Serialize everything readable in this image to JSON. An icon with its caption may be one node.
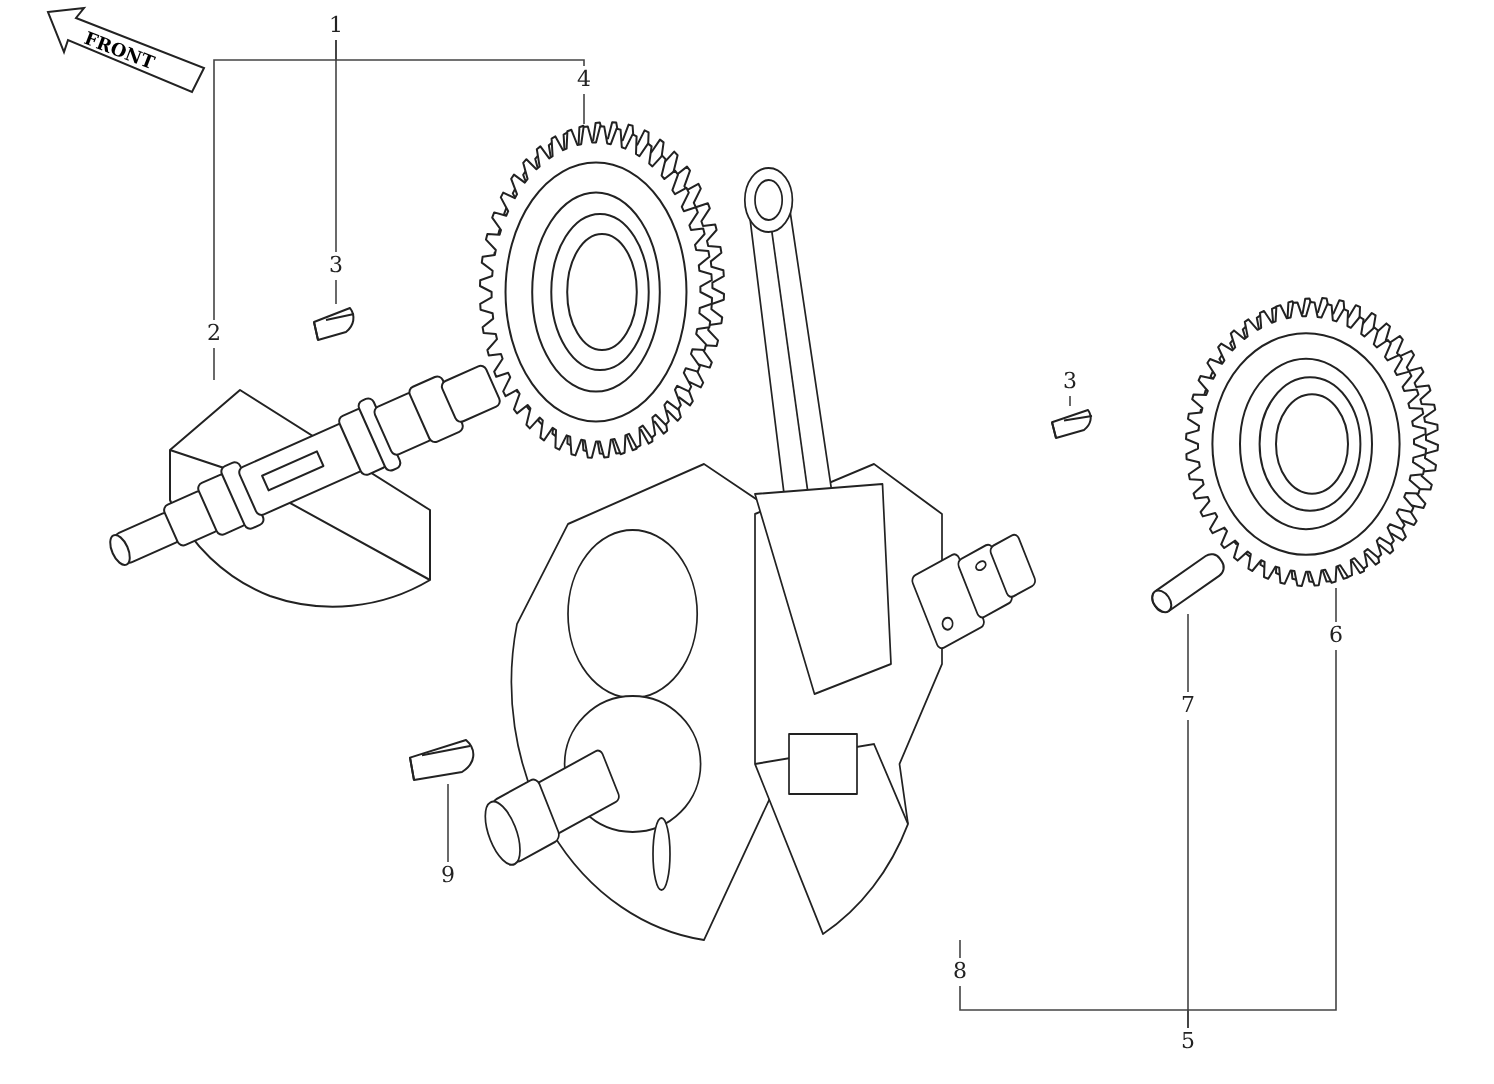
{
  "diagram": {
    "nodes": [
      {
        "text": [
          "1"
        ]
      },
      {
        "text": [
          "2"
        ]
      },
      {
        "text": [
          "3"
        ]
      },
      {
        "text": [
          "4"
        ]
      },
      {
        "text": [],
        "shape": "picture"
      },
      {
        "text": [],
        "shape": "picture"
      },
      {
        "text": [],
        "shape": "picture"
      },
      {
        "text": [
          "3"
        ]
      },
      {
        "text": [],
        "shape": "picture"
      },
      {
        "text": [],
        "shape": "picture"
      },
      {
        "text": [],
        "shape": "picture"
      },
      {
        "text": [],
        "shape": "picture"
      },
      {
        "text": [
          "6"
        ]
      },
      {
        "text": [
          "7"
        ]
      },
      {
        "text": [],
        "shape": "picture"
      },
      {
        "text": [
          "9"
        ]
      },
      {
        "text": [
          "8"
        ]
      },
      {
        "text": [
          "5"
        ]
      }
    ],
    "edges": [
      {
        "from": 0,
        "to": 1,
        "arrow": "none"
      },
      {
        "from": 0,
        "to": 2,
        "arrow": "none"
      },
      {
        "from": 0,
        "to": 3,
        "arrow": "none"
      },
      {
        "from": 1,
        "to": 4,
        "arrow": "none"
      },
      {
        "from": 2,
        "to": 5,
        "arrow": "none"
      },
      {
        "from": 3,
        "to": 6,
        "arrow": "none"
      },
      {
        "from": 7,
        "to": 8,
        "arrow": "none"
      },
      {
        "from": 17,
        "to": 16,
        "arrow": "none"
      },
      {
        "from": 17,
        "to": 13,
        "arrow": "none"
      },
      {
        "from": 17,
        "to": 12,
        "arrow": "none"
      },
      {
        "from": 16,
        "to": 9,
        "arrow": "none"
      },
      {
        "from": 13,
        "to": 11,
        "arrow": "none"
      },
      {
        "from": 12,
        "to": 10,
        "arrow": "none"
      },
      {
        "from": 15,
        "to": 14,
        "arrow": "none"
      }
    ],
    "labels": [
      "FRONT"
    ]
  }
}
